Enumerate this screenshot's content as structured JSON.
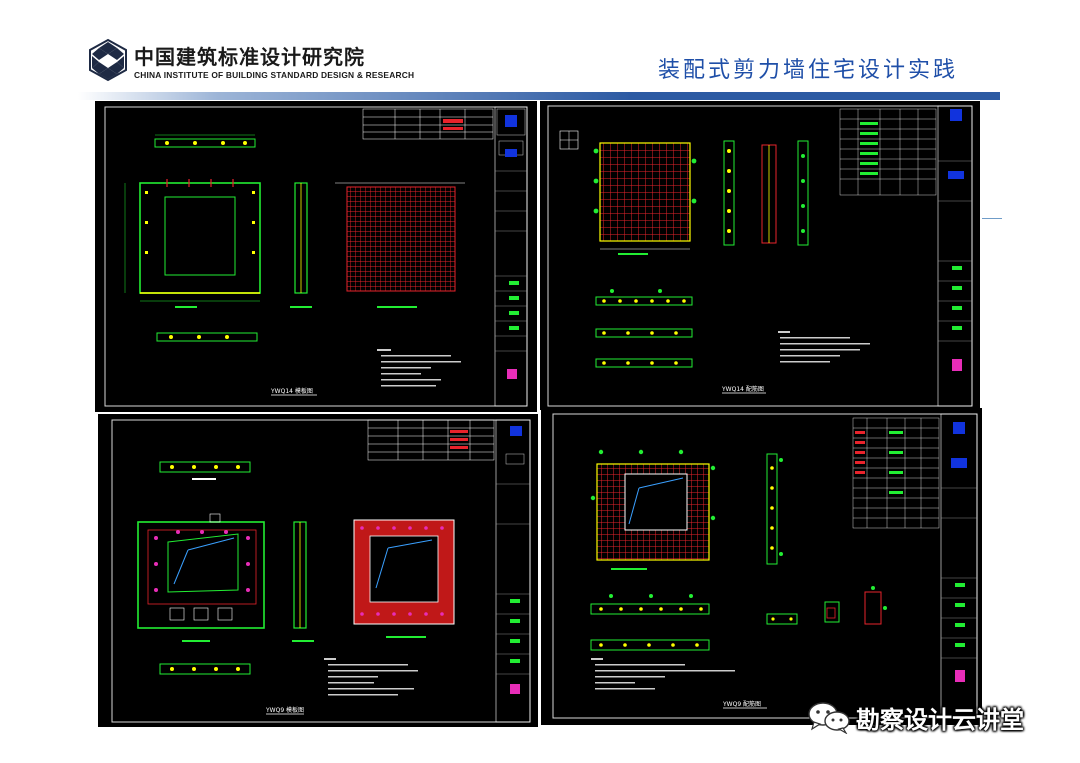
{
  "header": {
    "org_name_cn": "中国建筑标准设计研究院",
    "org_name_en": "CHINA INSTITUTE OF BUILDING STANDARD DESIGN & RESEARCH",
    "page_title": "装配式剪力墙住宅设计实践",
    "logo_icon": "hexagon-triangle-logo-icon",
    "colors": {
      "title_blue": "#1f4fa8",
      "rule_blue": "#2c5aa3"
    }
  },
  "sheets": [
    {
      "id": "sheet-tl",
      "title": "YWQ14 模板图",
      "content": "cad-formwork-drawing"
    },
    {
      "id": "sheet-tr",
      "title": "YWQ14 配筋图",
      "content": "cad-reinforcement-drawing"
    },
    {
      "id": "sheet-bl",
      "title": "YWQ9 模板图",
      "content": "cad-formwork-drawing"
    },
    {
      "id": "sheet-br",
      "title": "YWQ9 配筋图",
      "content": "cad-reinforcement-drawing"
    }
  ],
  "watermark": {
    "text": "勘察设计云讲堂",
    "icon": "wechat-icon"
  }
}
